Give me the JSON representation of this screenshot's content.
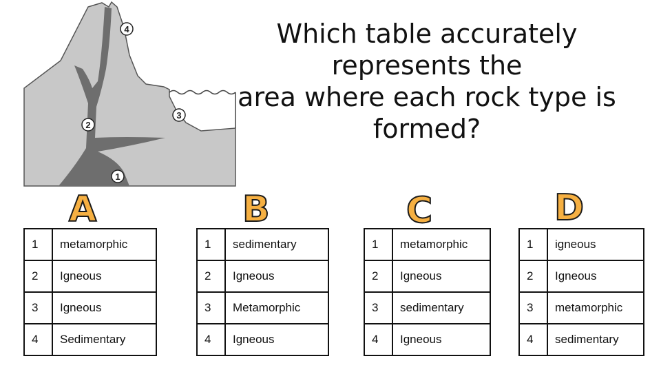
{
  "question": {
    "line1": "Which table accurately represents the",
    "line2": "area where each rock type is formed?"
  },
  "diagram": {
    "markers": [
      "1",
      "2",
      "3",
      "4"
    ]
  },
  "options": [
    {
      "letter": "A",
      "rows": [
        [
          "1",
          "metamorphic"
        ],
        [
          "2",
          "Igneous"
        ],
        [
          "3",
          "Igneous"
        ],
        [
          "4",
          "Sedimentary"
        ]
      ]
    },
    {
      "letter": "B",
      "rows": [
        [
          "1",
          "sedimentary"
        ],
        [
          "2",
          "Igneous"
        ],
        [
          "3",
          "Metamorphic"
        ],
        [
          "4",
          "Igneous"
        ]
      ]
    },
    {
      "letter": "C",
      "rows": [
        [
          "1",
          "metamorphic"
        ],
        [
          "2",
          "Igneous"
        ],
        [
          "3",
          "sedimentary"
        ],
        [
          "4",
          "Igneous"
        ]
      ]
    },
    {
      "letter": "D",
      "rows": [
        [
          "1",
          "igneous"
        ],
        [
          "2",
          "Igneous"
        ],
        [
          "3",
          "metamorphic"
        ],
        [
          "4",
          "sedimentary"
        ]
      ]
    }
  ],
  "colors": {
    "rock": "#c8c8c8",
    "magma": "#6e6e6e",
    "letter": "#f6b042"
  }
}
